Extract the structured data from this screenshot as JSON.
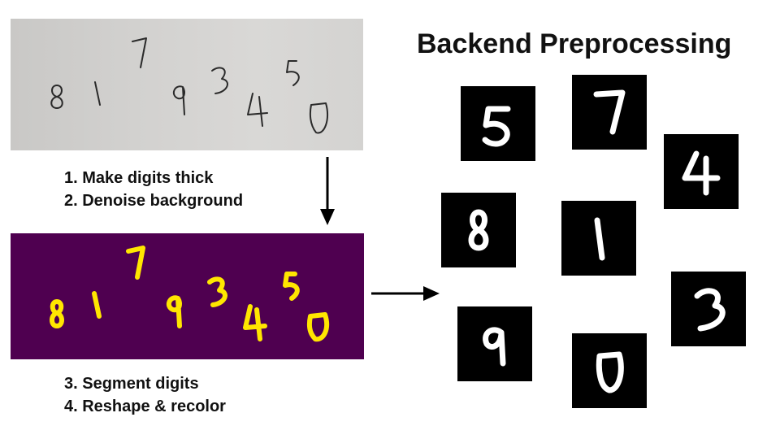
{
  "title": "Backend Preprocessing",
  "steps_top": [
    "1. Make digits thick",
    "2. Denoise background"
  ],
  "steps_bottom": [
    "3. Segment digits",
    "4. Reshape & recolor"
  ],
  "digit_sequence": [
    "8",
    "1",
    "7",
    "9",
    "3",
    "4",
    "5",
    "0"
  ],
  "tiles": [
    "5",
    "7",
    "4",
    "8",
    "1",
    "3",
    "9",
    "0"
  ],
  "colors": {
    "paper": "#d2d1cf",
    "ink": "#2a2a2a",
    "processed_bg": "#4f0050",
    "processed_digits": "#ffe600",
    "tile_bg": "#000000",
    "tile_digit": "#ffffff"
  }
}
